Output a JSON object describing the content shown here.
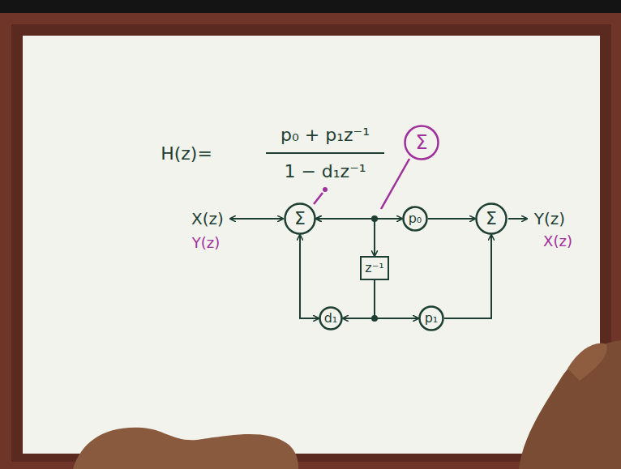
{
  "diagram": {
    "nodes": [
      {
        "text": [
          "Σ"
        ]
      },
      {
        "text": [
          "Σ"
        ]
      },
      {
        "text": [
          "p₀"
        ]
      },
      {
        "text": [
          "Σ"
        ]
      },
      {
        "text": [
          "z⁻¹"
        ]
      },
      {
        "text": [
          "d₁"
        ]
      },
      {
        "text": [
          "p₁"
        ]
      }
    ],
    "edges": [
      {
        "from": 1,
        "to": 2,
        "arrow": "both"
      },
      {
        "from": 1,
        "to": 4,
        "arrow": "both"
      },
      {
        "from": 4,
        "to": 5,
        "arrow": "to"
      },
      {
        "from": 4,
        "to": 6,
        "arrow": "to"
      },
      {
        "from": 5,
        "to": 1,
        "arrow": "both"
      },
      {
        "from": 2,
        "to": 3,
        "arrow": "to"
      },
      {
        "from": 6,
        "to": 3,
        "arrow": "to"
      }
    ],
    "labels": [
      "H(z)=",
      "p₀ + p₁z⁻¹",
      "1 − d₁z⁻¹",
      "X(z)",
      "Y(z)",
      "Y(z)",
      "X(z)"
    ]
  }
}
